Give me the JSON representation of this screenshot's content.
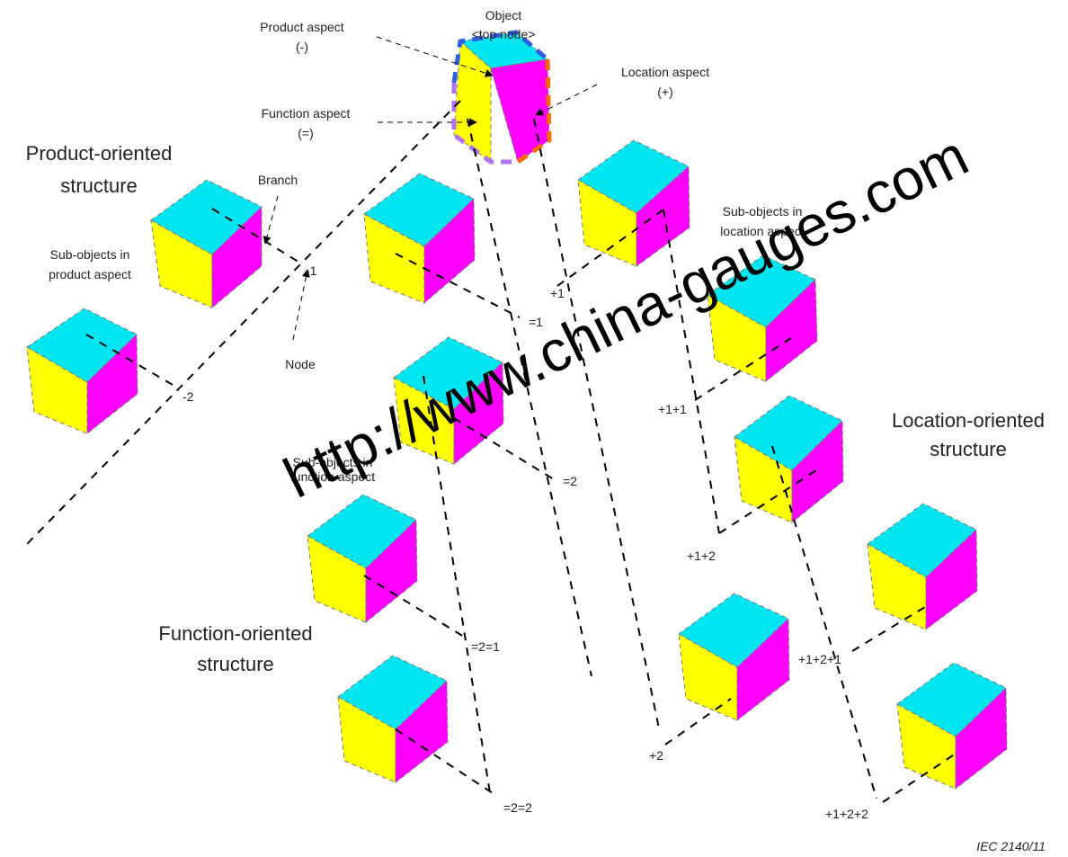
{
  "colors": {
    "top": "#00e5f0",
    "left": "#ffff00",
    "right": "#ff00ff",
    "edge": "#7a7a7a",
    "product_aspect_edge": "#2f5fe0",
    "location_aspect_edge": "#ff6a00",
    "function_aspect_edge": "#b070f0"
  },
  "labels": {
    "object": "Object",
    "top_node": "<top node>",
    "product_aspect": "Product aspect",
    "product_aspect_sym": "(-)",
    "function_aspect": "Function aspect",
    "function_aspect_sym": "(=)",
    "location_aspect": "Location aspect",
    "location_aspect_sym": "(+)",
    "branch": "Branch",
    "node": "Node",
    "sub_objects_product_1": "Sub-objects in",
    "sub_objects_product_2": "product aspect",
    "sub_objects_function_1": "Sub-objects in",
    "sub_objects_function_2": "function aspect",
    "sub_objects_location_1": "Sub-objects in",
    "sub_objects_location_2": "location aspect"
  },
  "structures": {
    "product_1": "Product-oriented",
    "product_2": "structure",
    "function_1": "Function-oriented",
    "function_2": "structure",
    "location_1": "Location-oriented",
    "location_2": "structure"
  },
  "codes": {
    "p1": "-1",
    "p2": "-2",
    "f1": "=1",
    "f2": "=2",
    "f21": "=2=1",
    "f22": "=2=2",
    "l1": "+1",
    "l11": "+1+1",
    "l12": "+1+2",
    "l121": "+1+2+1",
    "l122": "+1+2+2",
    "l2": "+2"
  },
  "watermark": "http://www.china-gauges.com",
  "reference": "IEC   2140/11"
}
